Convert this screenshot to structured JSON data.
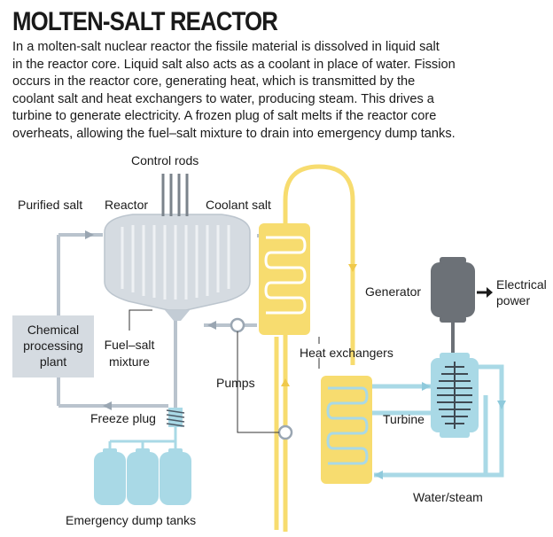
{
  "title": "MOLTEN-SALT REACTOR",
  "intro_lines": [
    "In a molten-salt nuclear reactor the fissile material is dissolved in liquid salt",
    "in the reactor core. Liquid salt also acts as a coolant in place of water. Fission",
    "occurs in the reactor core, generating heat, which is transmitted by the",
    "coolant salt and heat exchangers to water, producing steam. This drives a",
    "turbine to generate electricity. A frozen plug of salt melts if the reactor core",
    "overheats, allowing the fuel–salt mixture to drain into emergency dump tanks."
  ],
  "labels": {
    "control_rods": "Control rods",
    "purified_salt": "Purified salt",
    "reactor": "Reactor",
    "coolant_salt": "Coolant salt",
    "chemical_line1": "Chemical",
    "chemical_line2": "processing",
    "chemical_line3": "plant",
    "fuel_salt_line1": "Fuel–salt",
    "fuel_salt_line2": "mixture",
    "pumps": "Pumps",
    "freeze_plug": "Freeze plug",
    "dump_tanks": "Emergency dump tanks",
    "heat_exchangers": "Heat exchangers",
    "generator": "Generator",
    "electrical_line1": "Electrical",
    "electrical_line2": "power",
    "turbine": "Turbine",
    "water_steam": "Water/steam"
  },
  "colors": {
    "fuel_salt": "#b9c3cd",
    "reactor_fill": "#d5dbe1",
    "coolant": "#f7dc6f",
    "water": "#a9d9e6",
    "generator": "#6c7177",
    "text": "#1a1a1a"
  }
}
